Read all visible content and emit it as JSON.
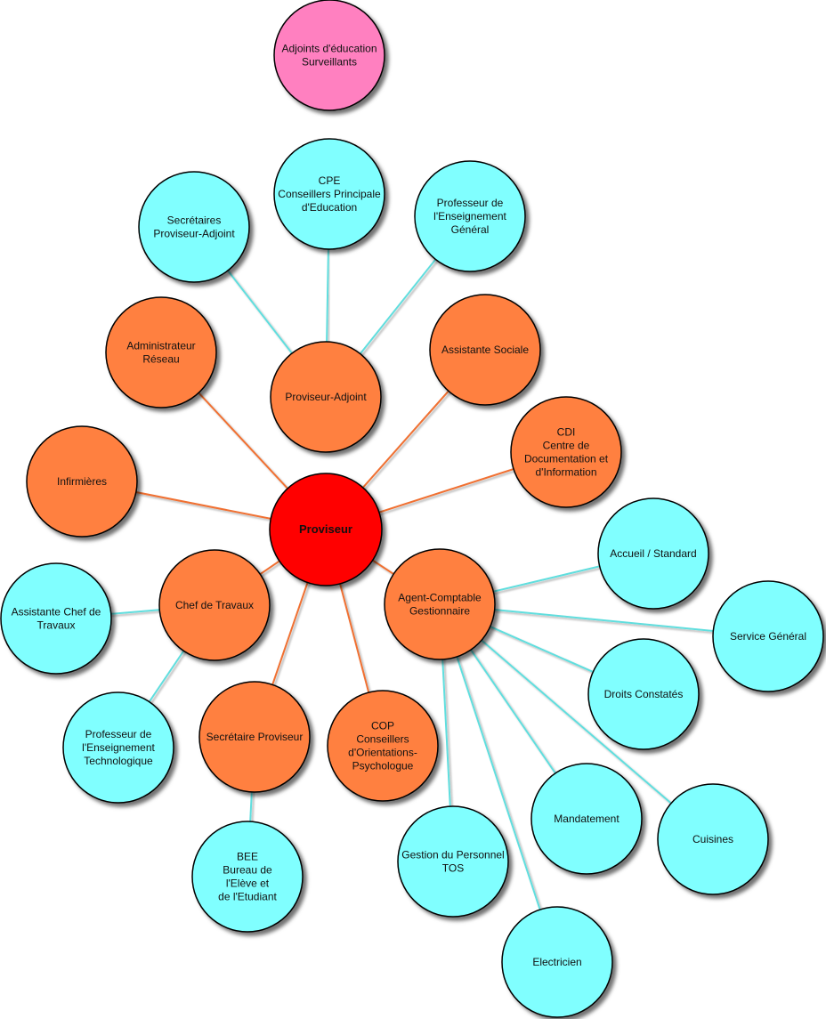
{
  "colors": {
    "root": "#ff0000",
    "orange": "#ff8040",
    "cyan": "#80ffff",
    "pink": "#ff80c0",
    "edge_orange": "#f07030",
    "edge_cyan": "#60dede",
    "edge_pink": "#e0609a"
  },
  "nodes": [
    {
      "id": "adjoints",
      "kind": "pink",
      "lines": [
        "Adjoints d'éducation",
        "Surveillants"
      ]
    },
    {
      "id": "cpe",
      "kind": "cyan",
      "lines": [
        "CPE",
        "Conseillers Principale",
        "d'Education"
      ]
    },
    {
      "id": "prof_gen",
      "kind": "cyan",
      "lines": [
        "Professeur de",
        "l'Enseignement",
        "Général"
      ]
    },
    {
      "id": "sec_pa",
      "kind": "cyan",
      "lines": [
        "Secrétaires",
        "Proviseur-Adjoint"
      ]
    },
    {
      "id": "admin",
      "kind": "orange",
      "lines": [
        "Administrateur",
        "Réseau"
      ]
    },
    {
      "id": "pa",
      "kind": "orange",
      "lines": [
        "Proviseur-Adjoint"
      ]
    },
    {
      "id": "ass_soc",
      "kind": "orange",
      "lines": [
        "Assistante Sociale"
      ]
    },
    {
      "id": "cdi",
      "kind": "orange",
      "lines": [
        "CDI",
        "Centre de",
        "Documentation et",
        "d'Information"
      ]
    },
    {
      "id": "inf",
      "kind": "orange",
      "lines": [
        "Infirmières"
      ]
    },
    {
      "id": "proviseur",
      "kind": "root",
      "lines": [
        "Proviseur"
      ]
    },
    {
      "id": "accueil",
      "kind": "cyan",
      "lines": [
        "Accueil / Standard"
      ]
    },
    {
      "id": "service",
      "kind": "cyan",
      "lines": [
        "Service Général"
      ]
    },
    {
      "id": "agent",
      "kind": "orange",
      "lines": [
        "Agent-Comptable",
        "Gestionnaire"
      ]
    },
    {
      "id": "chef",
      "kind": "orange",
      "lines": [
        "Chef de Travaux"
      ]
    },
    {
      "id": "ass_chef",
      "kind": "cyan",
      "lines": [
        "Assistante Chef de",
        "Travaux"
      ]
    },
    {
      "id": "droits",
      "kind": "cyan",
      "lines": [
        "Droits Constatés"
      ]
    },
    {
      "id": "prof_tech",
      "kind": "cyan",
      "lines": [
        "Professeur de",
        "l'Enseignement",
        "Technologique"
      ]
    },
    {
      "id": "sec_prov",
      "kind": "orange",
      "lines": [
        "Secrétaire Proviseur"
      ]
    },
    {
      "id": "cop",
      "kind": "orange",
      "lines": [
        "COP",
        "Conseillers",
        "d'Orientations-",
        "Psychologue"
      ]
    },
    {
      "id": "mandat",
      "kind": "cyan",
      "lines": [
        "Mandatement"
      ]
    },
    {
      "id": "cuisines",
      "kind": "cyan",
      "lines": [
        "Cuisines"
      ]
    },
    {
      "id": "gestion",
      "kind": "cyan",
      "lines": [
        "Gestion du Personnel",
        "TOS"
      ]
    },
    {
      "id": "bee",
      "kind": "cyan",
      "lines": [
        "BEE",
        "Bureau de",
        "l'Elève et",
        "de l'Etudiant"
      ]
    },
    {
      "id": "elec",
      "kind": "cyan",
      "lines": [
        "Electricien"
      ]
    }
  ],
  "edges": [
    [
      "adjoints",
      "cpe",
      "pink"
    ],
    [
      "cpe",
      "pa",
      "cyan"
    ],
    [
      "prof_gen",
      "pa",
      "cyan"
    ],
    [
      "sec_pa",
      "pa",
      "cyan"
    ],
    [
      "pa",
      "proviseur",
      "orange"
    ],
    [
      "admin",
      "proviseur",
      "orange"
    ],
    [
      "ass_soc",
      "proviseur",
      "orange"
    ],
    [
      "cdi",
      "proviseur",
      "orange"
    ],
    [
      "inf",
      "proviseur",
      "orange"
    ],
    [
      "chef",
      "proviseur",
      "orange"
    ],
    [
      "sec_prov",
      "proviseur",
      "orange"
    ],
    [
      "cop",
      "proviseur",
      "orange"
    ],
    [
      "agent",
      "proviseur",
      "orange"
    ],
    [
      "ass_chef",
      "chef",
      "cyan"
    ],
    [
      "prof_tech",
      "chef",
      "cyan"
    ],
    [
      "bee",
      "sec_prov",
      "cyan"
    ],
    [
      "agent",
      "accueil",
      "cyan"
    ],
    [
      "agent",
      "service",
      "cyan"
    ],
    [
      "agent",
      "droits",
      "cyan"
    ],
    [
      "agent",
      "mandat",
      "cyan"
    ],
    [
      "agent",
      "cuisines",
      "cyan"
    ],
    [
      "agent",
      "gestion",
      "cyan"
    ],
    [
      "agent",
      "elec",
      "cyan"
    ]
  ]
}
